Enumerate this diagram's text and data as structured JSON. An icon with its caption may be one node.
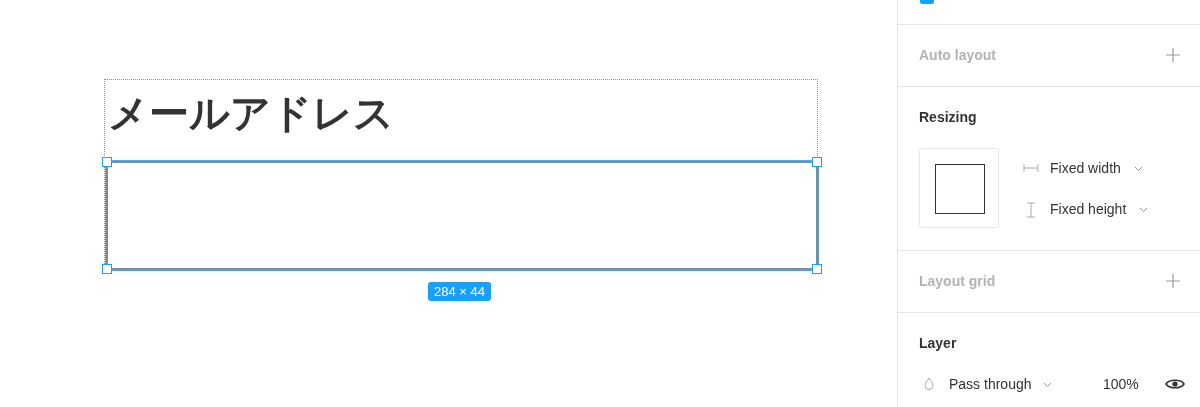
{
  "diagram": {
    "nodes": [
      {
        "text": [
          "メールアドレス"
        ]
      },
      {
        "text": [],
        "shape": "box",
        "in": 0,
        "beside": [
          "284 × 44"
        ]
      }
    ],
    "labels": [
      "Auto layout",
      "Resizing",
      "Fixed width",
      "Fixed height",
      "Layout grid",
      "Layer",
      "Pass through",
      "100%"
    ]
  }
}
